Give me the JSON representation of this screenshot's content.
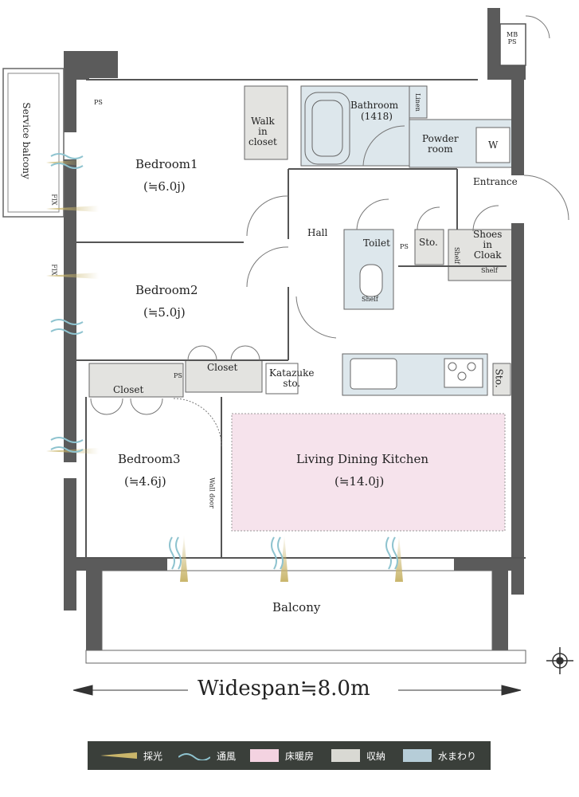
{
  "rooms": {
    "service_balcony": "Service balcony",
    "bedroom1": "Bedroom1",
    "bedroom1_size": "(≒6.0j)",
    "bedroom2": "Bedroom2",
    "bedroom2_size": "(≒5.0j)",
    "bedroom3": "Bedroom3",
    "bedroom3_size": "(≒4.6j)",
    "walk_in_closet": [
      "Walk",
      "in",
      "closet"
    ],
    "bathroom": "Bathroom",
    "bathroom_size": "(1418)",
    "linen": "Linen",
    "powder_room": [
      "Powder",
      "room"
    ],
    "washer": "W",
    "entrance": "Entrance",
    "hall": "Hall",
    "toilet": "Toilet",
    "sto": "Sto.",
    "shoes_in_cloak": [
      "Shoes",
      "in",
      "Cloak"
    ],
    "shelf": "Shelf",
    "closet": "Closet",
    "katazuke": [
      "Katazuke",
      "sto."
    ],
    "ldk": "Living Dining Kitchen",
    "ldk_size": "(≒14.0j)",
    "wall_door": "Wall door",
    "balcony": "Balcony",
    "ps": "PS",
    "mb_ps": [
      "MB",
      "PS"
    ],
    "fix": "FIX"
  },
  "widespan": "Widespan≒8.0m",
  "legend": [
    {
      "label": "採光",
      "icon": "light-icon",
      "color": "#c9b56a"
    },
    {
      "label": "通風",
      "icon": "wind-icon",
      "color": "#8ec3cf"
    },
    {
      "label": "床暖房",
      "icon": "floor-heating",
      "color": "#f4d3e1"
    },
    {
      "label": "収納",
      "icon": "storage",
      "color": "#d9d9d3"
    },
    {
      "label": "水まわり",
      "icon": "water",
      "color": "#b6cdd8"
    }
  ],
  "colors": {
    "wall": "#5b5b5b",
    "floor_heating": "#f6e3ec",
    "storage": "#e3e3e0",
    "water": "#dde7ec",
    "light": "#c9b56a",
    "wind": "#8ec3cf"
  }
}
